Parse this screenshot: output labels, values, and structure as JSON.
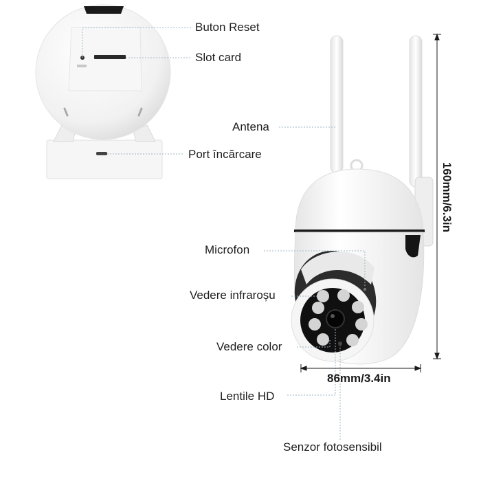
{
  "labels": {
    "reset": "Buton Reset",
    "slot": "Slot card",
    "port": "Port încărcare",
    "antenna": "Antena",
    "microphone": "Microfon",
    "infrared": "Vedere infraroșu",
    "color": "Vedere color",
    "lens": "Lentile HD",
    "sensor": "Senzor fotosensibil"
  },
  "dimensions": {
    "height": "160mm/6.3in",
    "width": "86mm/3.4in"
  },
  "colors": {
    "body": "#f4f4f4",
    "outline": "#e2e2e2",
    "dark": "#111111",
    "ir_led": "#d8d8d8",
    "leader": "#9fb7c4"
  }
}
